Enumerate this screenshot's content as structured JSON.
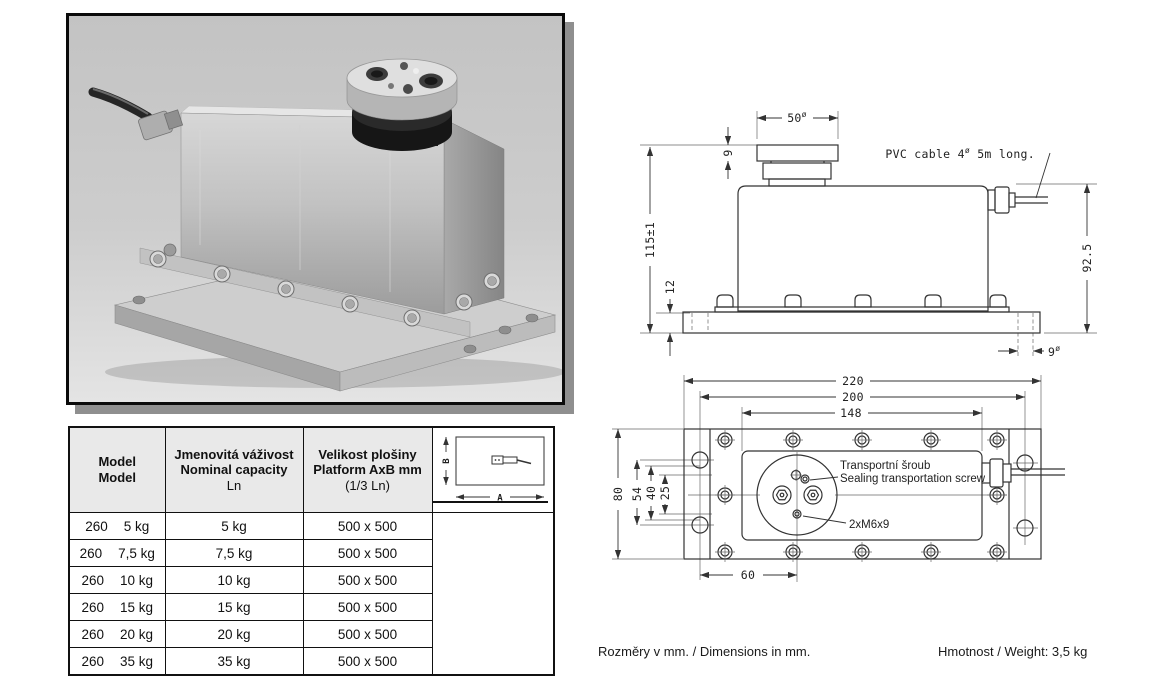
{
  "table": {
    "headers": {
      "model": [
        "Model",
        "Model"
      ],
      "capacity": [
        "Jmenovitá váživost",
        "Nominal capacity",
        "Ln"
      ],
      "platform": [
        "Velikost plošiny",
        "Platform AxB mm",
        "(1/3 Ln)"
      ]
    },
    "rows": [
      {
        "model_no": "260",
        "model_cap": "5 kg",
        "capacity": "5 kg",
        "platform": "500 x 500"
      },
      {
        "model_no": "260",
        "model_cap": "7,5 kg",
        "capacity": "7,5 kg",
        "platform": "500 x 500"
      },
      {
        "model_no": "260",
        "model_cap": "10 kg",
        "capacity": "10 kg",
        "platform": "500 x 500"
      },
      {
        "model_no": "260",
        "model_cap": "15 kg",
        "capacity": "15 kg",
        "platform": "500 x 500"
      },
      {
        "model_no": "260",
        "model_cap": "20 kg",
        "capacity": "20 kg",
        "platform": "500 x 500"
      },
      {
        "model_no": "260",
        "model_cap": "35 kg",
        "capacity": "35 kg",
        "platform": "500 x 500"
      }
    ],
    "platform_diagram": {
      "width_label": "A",
      "height_label": "B"
    }
  },
  "side_view": {
    "dia_symbol": "ø",
    "dim_top_diameter": "50",
    "dim_cap_height": "9",
    "dim_total_height": "115±1",
    "dim_base_thickness": "12",
    "dim_cable_height": "92.5",
    "dim_hole_diameter": "9",
    "cable_label_part1": "PVC cable 4",
    "cable_label_part2": " 5m long."
  },
  "top_view": {
    "dim_length_overall": "220",
    "dim_length_holes": "200",
    "dim_body_length": "148",
    "dim_width_overall": "80",
    "dim_width_holes": "54",
    "dim_width_40": "40",
    "dim_width_25": "25",
    "dim_center_offset": "60",
    "label_screw_cz": "Transportní šroub",
    "label_screw_en": "Sealing transportation screw",
    "label_thread": "2xM6x9"
  },
  "footer": {
    "dimensions_note": "Rozměry v mm. / Dimensions in mm.",
    "weight_note": "Hmotnost / Weight: 3,5 kg"
  },
  "colors": {
    "line": "#333333",
    "table_header_bg": "#e9e9e9",
    "photo_shadow": "#8f8f8f"
  }
}
